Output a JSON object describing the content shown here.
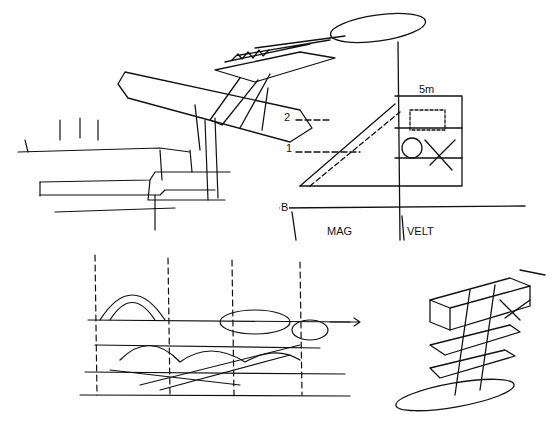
{
  "diagram": {
    "labels": [
      "2",
      "1",
      "B",
      "5m",
      "MAG",
      "VELT"
    ]
  }
}
